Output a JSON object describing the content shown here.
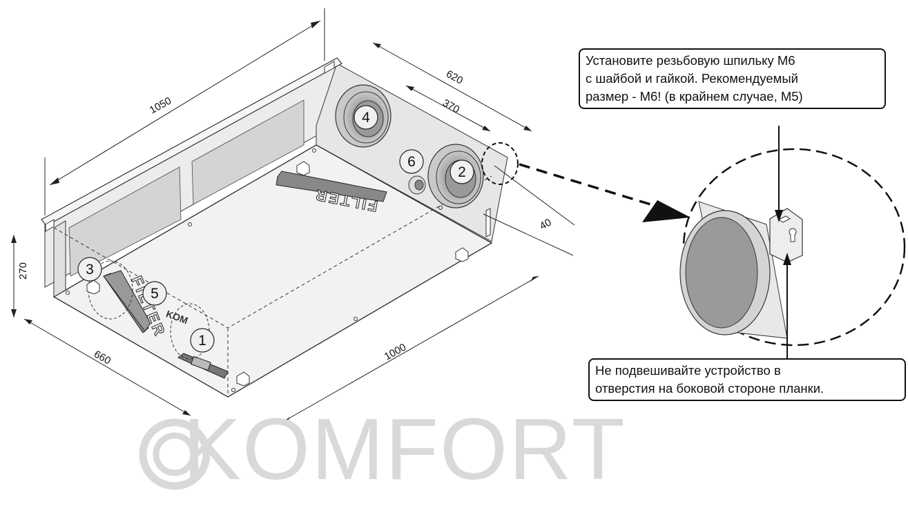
{
  "dimensions": {
    "length_top": "1050",
    "depth_side": "620",
    "spigot_spacing": "370",
    "height": "270",
    "width_front": "660",
    "length_bottom": "1000",
    "bracket_offset": "40"
  },
  "component_badges": [
    "1",
    "2",
    "3",
    "4",
    "5",
    "6"
  ],
  "filter_label": "FILTER",
  "controller_label": "KOM",
  "callouts": {
    "top_lines": [
      "Установите резьбовую шпильку М6",
      "с шайбой и гайкой. Рекомендуемый",
      "размер - М6! (в крайнем случае, М5)"
    ],
    "bottom_lines": [
      "Не подвешивайте устройство в",
      "отверстия на боковой стороне планки."
    ]
  },
  "watermark": "KOMFORT",
  "icons": [
    "hanging-bracket-icon",
    "keyhole-slot-icon",
    "ring-logo-icon"
  ]
}
